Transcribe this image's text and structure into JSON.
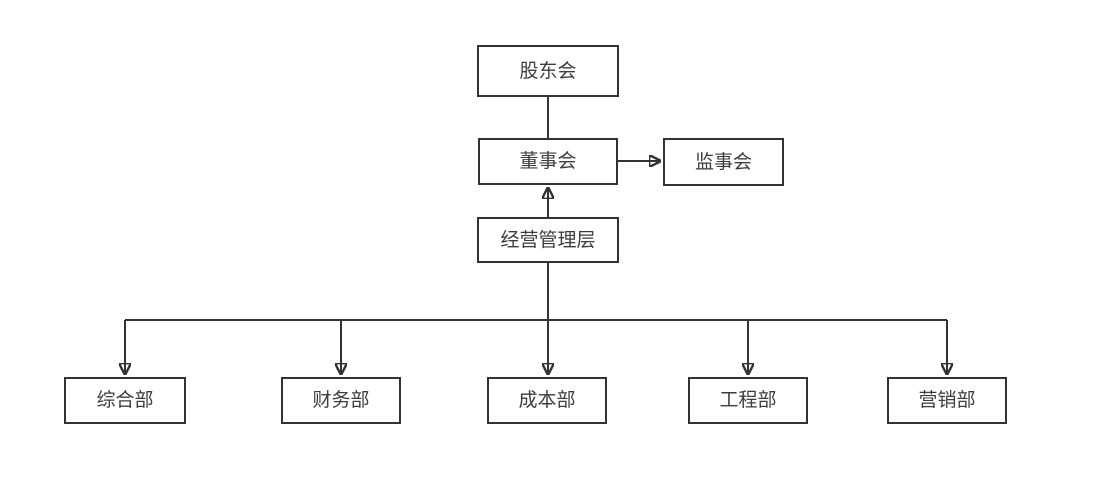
{
  "diagram": {
    "type": "org-chart",
    "colors": {
      "background": "#ffffff",
      "box_border": "#333333",
      "box_fill": "#ffffff",
      "text": "#3d3d3d",
      "line": "#333333"
    }
  },
  "nodes": {
    "shareholders": {
      "label": "股东会"
    },
    "board": {
      "label": "董事会"
    },
    "supervisors": {
      "label": "监事会"
    },
    "management": {
      "label": "经营管理层"
    },
    "dept_general": {
      "label": "综合部"
    },
    "dept_finance": {
      "label": "财务部"
    },
    "dept_cost": {
      "label": "成本部"
    },
    "dept_engineering": {
      "label": "工程部"
    },
    "dept_marketing": {
      "label": "营销部"
    }
  },
  "edges": [
    {
      "from": "shareholders",
      "to": "board",
      "arrow": "none"
    },
    {
      "from": "board",
      "to": "supervisors",
      "arrow": "forward"
    },
    {
      "from": "management",
      "to": "board",
      "arrow": "forward"
    },
    {
      "from": "management",
      "to": "dept_general",
      "arrow": "forward"
    },
    {
      "from": "management",
      "to": "dept_finance",
      "arrow": "forward"
    },
    {
      "from": "management",
      "to": "dept_cost",
      "arrow": "forward"
    },
    {
      "from": "management",
      "to": "dept_engineering",
      "arrow": "forward"
    },
    {
      "from": "management",
      "to": "dept_marketing",
      "arrow": "forward"
    }
  ]
}
